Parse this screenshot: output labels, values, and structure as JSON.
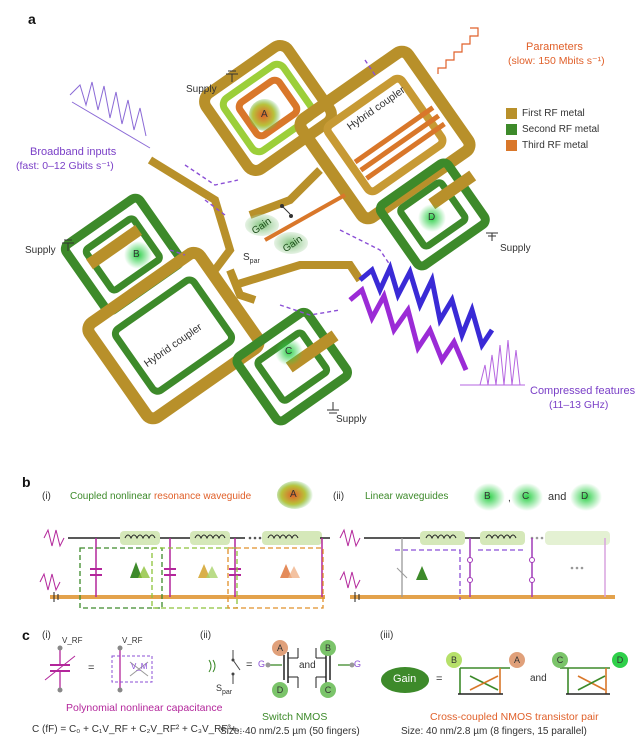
{
  "panels": {
    "a": "a",
    "b": "b",
    "c": "c"
  },
  "panel_a": {
    "parameters": "Parameters",
    "parameters_sub": "(slow: 150 Mbits s⁻¹)",
    "broadband": "Broadband inputs",
    "broadband_sub": "(fast: 0–12 Gbits s⁻¹)",
    "compressed": "Compressed features",
    "compressed_sub": "(11–13 GHz)",
    "supply": "Supply",
    "hybrid_coupler": "Hybrid coupler",
    "gain": "Gain",
    "spar": "S",
    "spar_sub": "par",
    "nodes": {
      "A": "A",
      "B": "B",
      "C": "C",
      "D": "D"
    },
    "legend": [
      {
        "label": "First RF metal",
        "color": "#b8902a"
      },
      {
        "label": "Second RF metal",
        "color": "#3d8a2a"
      },
      {
        "label": "Third RF metal",
        "color": "#d9772a"
      }
    ]
  },
  "panel_b": {
    "i": "(i)",
    "i_label_green": "Coupled nonlinear ",
    "i_label_orange": "resonance waveguide",
    "ii": "(ii)",
    "ii_label": "Linear waveguides",
    "sep_comma": ",",
    "sep_and": "and"
  },
  "panel_c": {
    "i": "(i)",
    "ii": "(ii)",
    "iii": "(iii)",
    "cap_title": "Polynomial nonlinear capacitance",
    "cap_eq": "C (fF) = C₀ + C₁V_RF + C₂V_RF² + C₃V_RF³+...",
    "switch_title": "Switch NMOS",
    "switch_size": "Size: 40 nm/2.5 µm (50 fingers)",
    "pair_title": "Cross-coupled NMOS transistor pair",
    "pair_size": "Size: 40 nm/2.8 µm (8 fingers, 15 parallel)",
    "vrf": "V_RF",
    "vm": "V_M",
    "eq": "=",
    "and": "and",
    "g": "G",
    "gain": "Gain"
  }
}
